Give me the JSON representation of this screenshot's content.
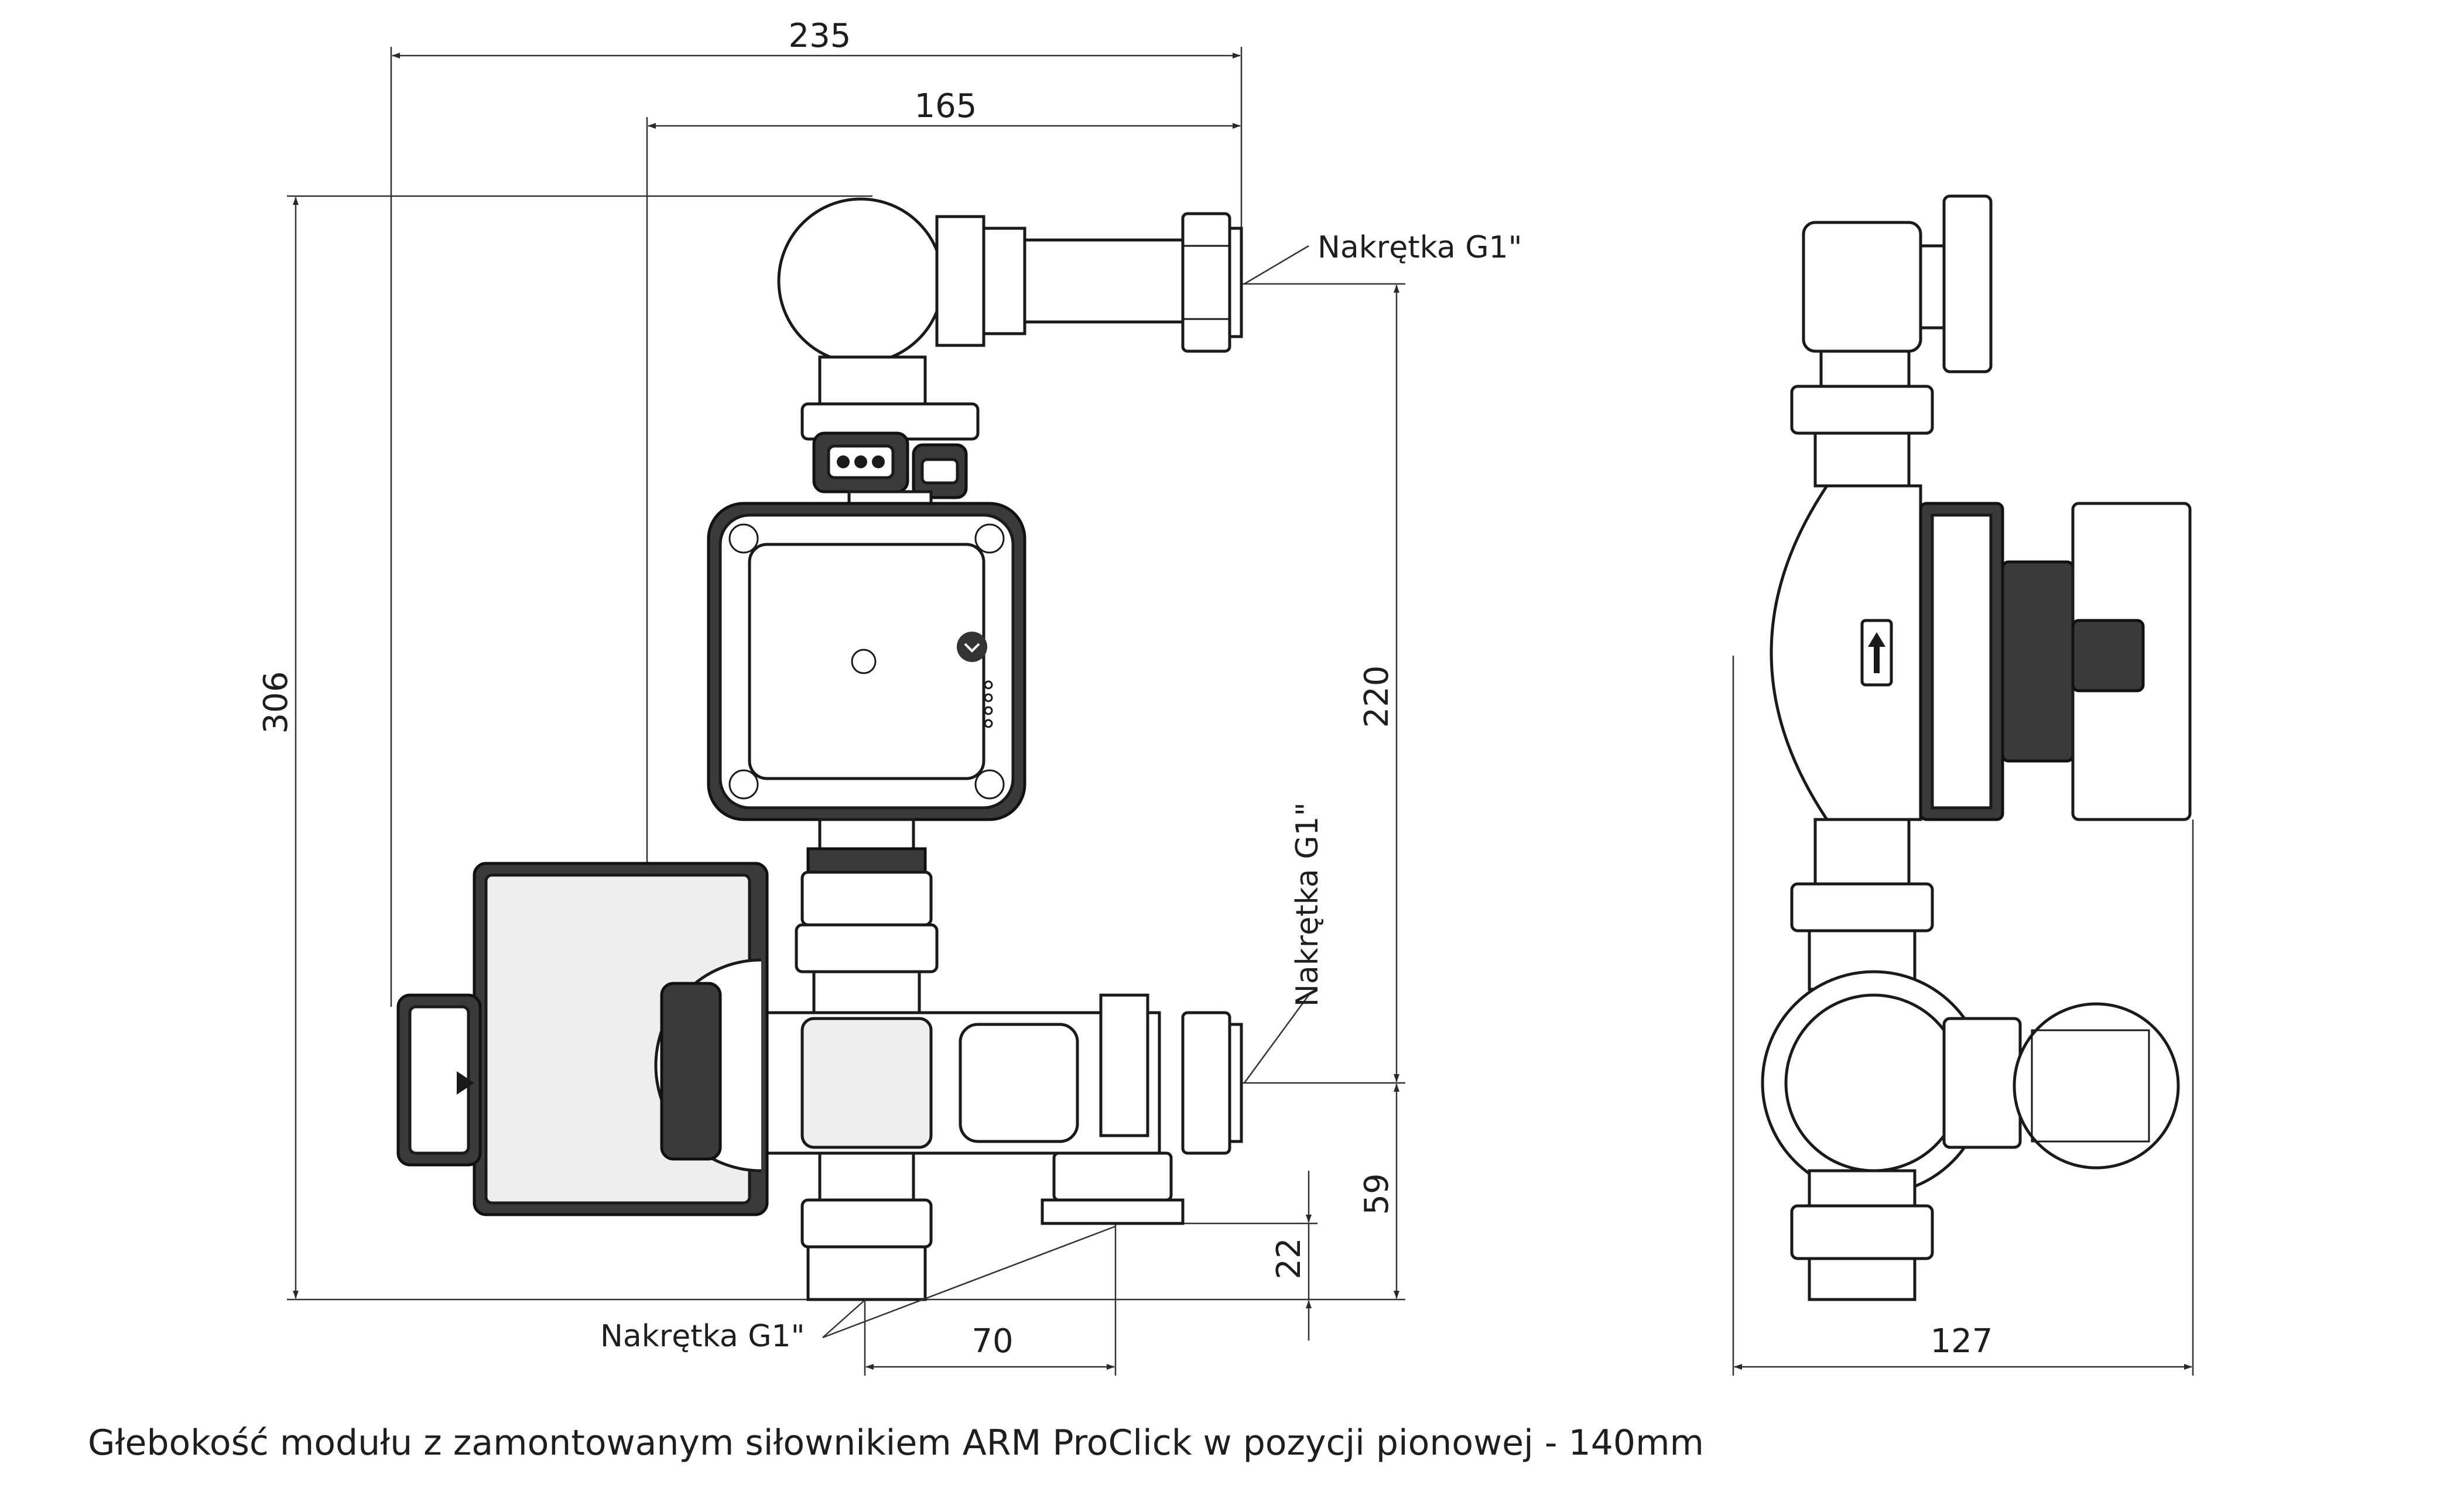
{
  "dimensions": {
    "overall_width": "235",
    "inner_width": "165",
    "overall_height": "306",
    "inlet_to_outlet_height": "220",
    "bottom_outlet_height": "59",
    "bottom_nut_height": "22",
    "bottom_offset": "70",
    "side_depth": "127"
  },
  "labels": {
    "nut_top": "Nakrętka G1\"",
    "nut_right": "Nakrętka G1\"",
    "nut_bottom": "Nakrętka G1\""
  },
  "caption": "Głebokość modułu z zamontowanym siłownikiem ARM ProClick w pozycji pionowej - 140mm",
  "colors": {
    "line": "#1a1a1a",
    "dark_fill": "#3a3a3a",
    "light_fill": "#eeeeee"
  }
}
